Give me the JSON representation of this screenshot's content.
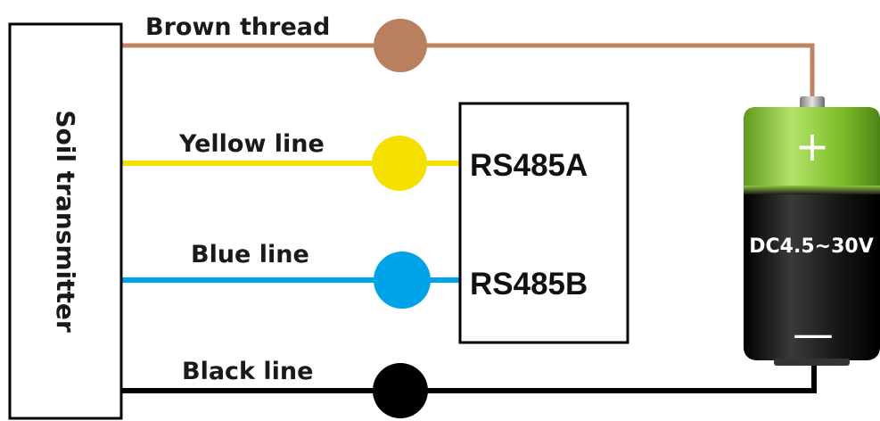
{
  "device": {
    "label": "Soil transmitter"
  },
  "wires": {
    "brown": {
      "label": "Brown thread",
      "color": "#c08463"
    },
    "yellow": {
      "label": "Yellow line",
      "color": "#f5e000"
    },
    "blue": {
      "label": "Blue line",
      "color": "#00a2e8"
    },
    "black": {
      "label": "Black line",
      "color": "#000000"
    }
  },
  "module": {
    "port_a": "RS485A",
    "port_b": "RS485B"
  },
  "battery": {
    "voltage": "DC4.5~30V",
    "positive": "+",
    "negative": "—",
    "top_color": "#8cc63f",
    "body_color": "#111111"
  }
}
